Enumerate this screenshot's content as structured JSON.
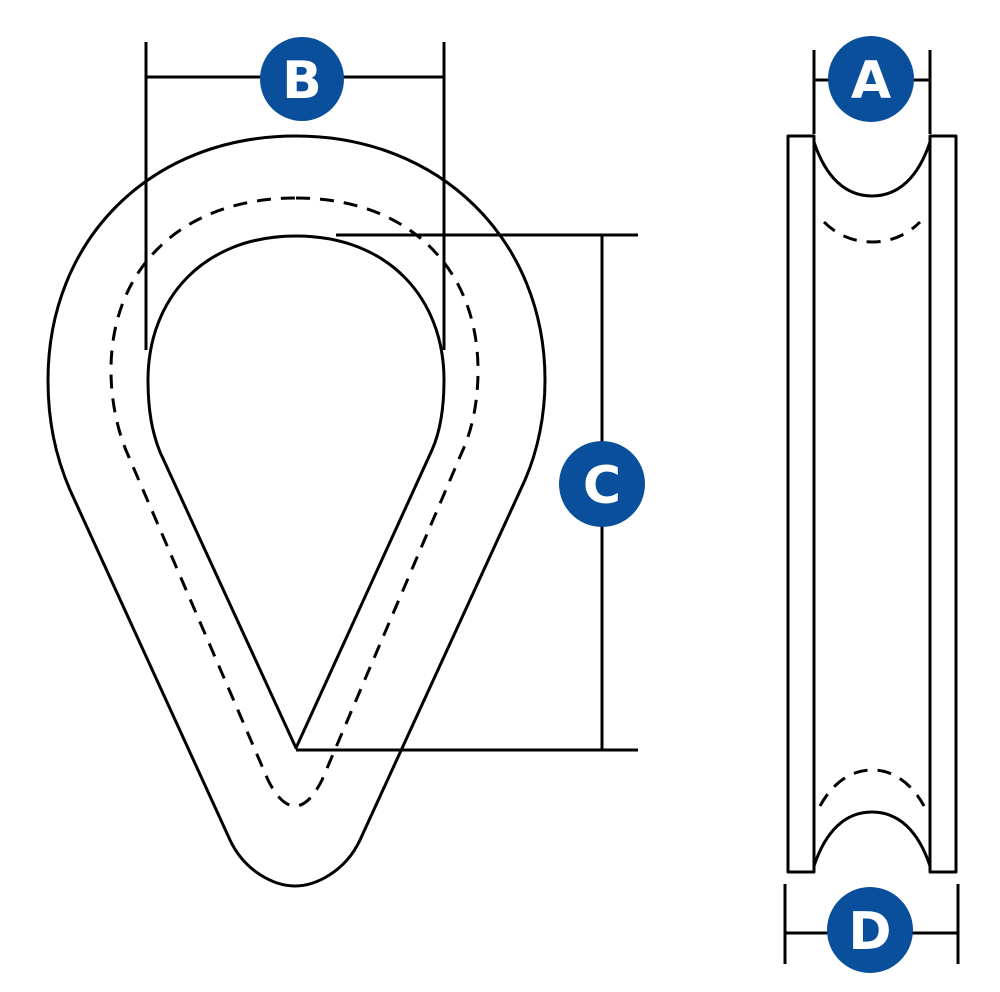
{
  "colors": {
    "line": "#000000",
    "badge": "#0a4f9c",
    "badge_text": "#ffffff",
    "background": "#ffffff"
  },
  "labels": {
    "a": "A",
    "b": "B",
    "c": "C",
    "d": "D"
  }
}
